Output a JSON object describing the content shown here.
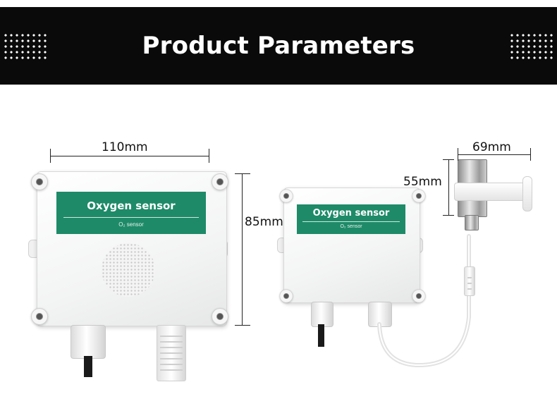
{
  "banner": {
    "title": "Product Parameters"
  },
  "dimensions": {
    "width_large": "110mm",
    "height_large": "85mm",
    "probe_width": "69mm",
    "probe_height": "55mm"
  },
  "large_sensor": {
    "label_title": "Oxygen sensor",
    "label_sub": "O₂ sensor"
  },
  "small_sensor": {
    "label_title": "Oxygen sensor",
    "label_sub": "O₂ sensor"
  },
  "colors": {
    "banner": "#0a0a0a",
    "label_green": "#1e8a68",
    "housing": "#f3f4f4"
  }
}
